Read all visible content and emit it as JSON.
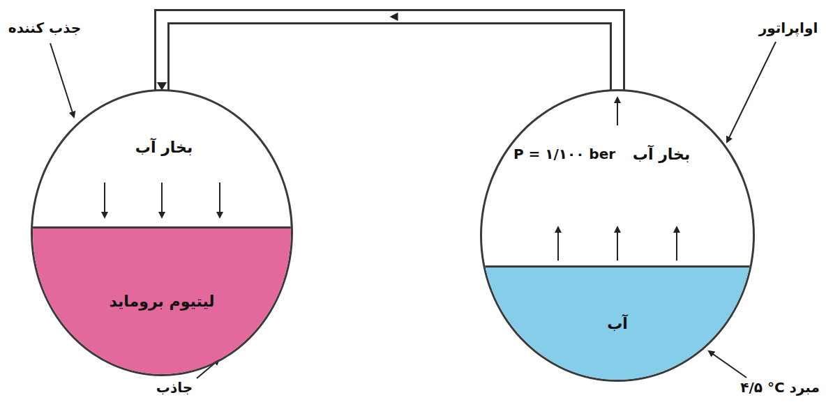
{
  "diagram": {
    "nodes": [
      {
        "text": [
          "بخار آب"
        ]
      },
      {
        "text": [
          "لیتیوم بروماید"
        ],
        "in": 0
      },
      {
        "text": [
          "P = ۱/۱۰۰ ber",
          "بخار آب"
        ]
      },
      {
        "text": [
          "آب"
        ],
        "in": 2
      }
    ],
    "edges": [
      {
        "from": 2,
        "to": 0,
        "arrow": "to"
      }
    ],
    "labels": [
      "جذب کننده",
      "جاذب",
      "اواپراتور",
      "۴/۵ °C مبرد"
    ]
  }
}
